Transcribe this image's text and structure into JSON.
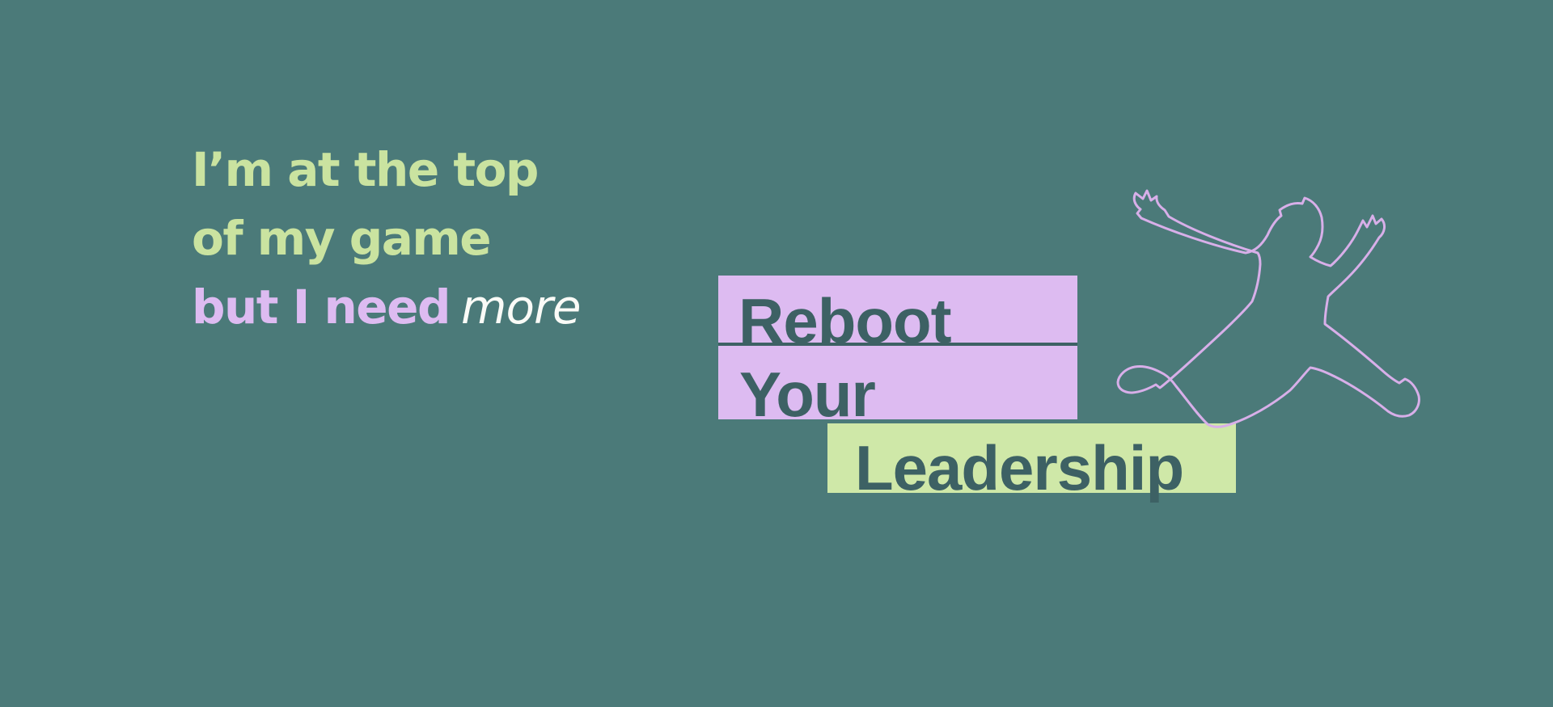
{
  "colors": {
    "background": "#4B7A79",
    "green": "#CAE3A0",
    "block-green": "#CFE8A8",
    "lavender": "#DDBBF1",
    "white": "#FAFBF7",
    "dark": "#3D6164",
    "outline": "#D8AFE9"
  },
  "quote": {
    "line1": "I’m at the top",
    "line2": "of my game",
    "line3_bold": "but I need",
    "line3_italic": "more"
  },
  "logo": {
    "word1": "Reboot",
    "word2": "Your",
    "word3": "Leadership"
  },
  "illustration": {
    "name": "jumping-person-outline"
  }
}
